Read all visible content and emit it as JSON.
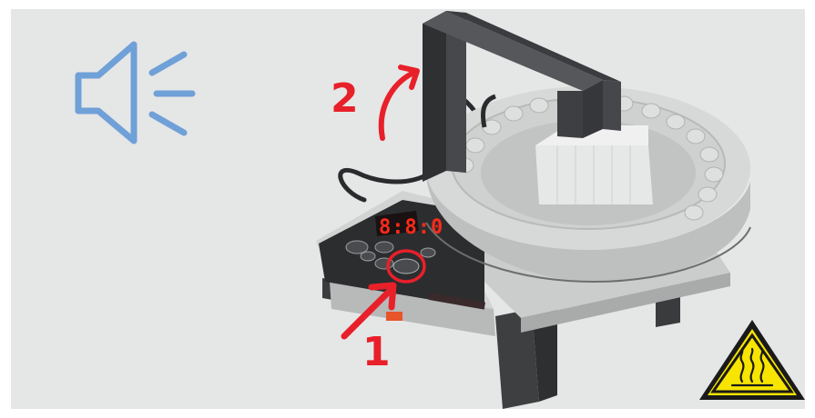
{
  "steps": {
    "step1": "1",
    "step2": "2"
  },
  "display": {
    "readout": "8:8:0"
  },
  "icons": {
    "speaker": "speaker-volume-icon",
    "hazard": "hot-surface-warning-icon"
  },
  "colors": {
    "background": "#e5e6e6",
    "accent_red": "#e8202a",
    "speaker_blue": "#6fa0d8",
    "warning_yellow": "#f7e400",
    "device_gray": "#c9caca",
    "yoke_dark": "#3e3f41"
  }
}
